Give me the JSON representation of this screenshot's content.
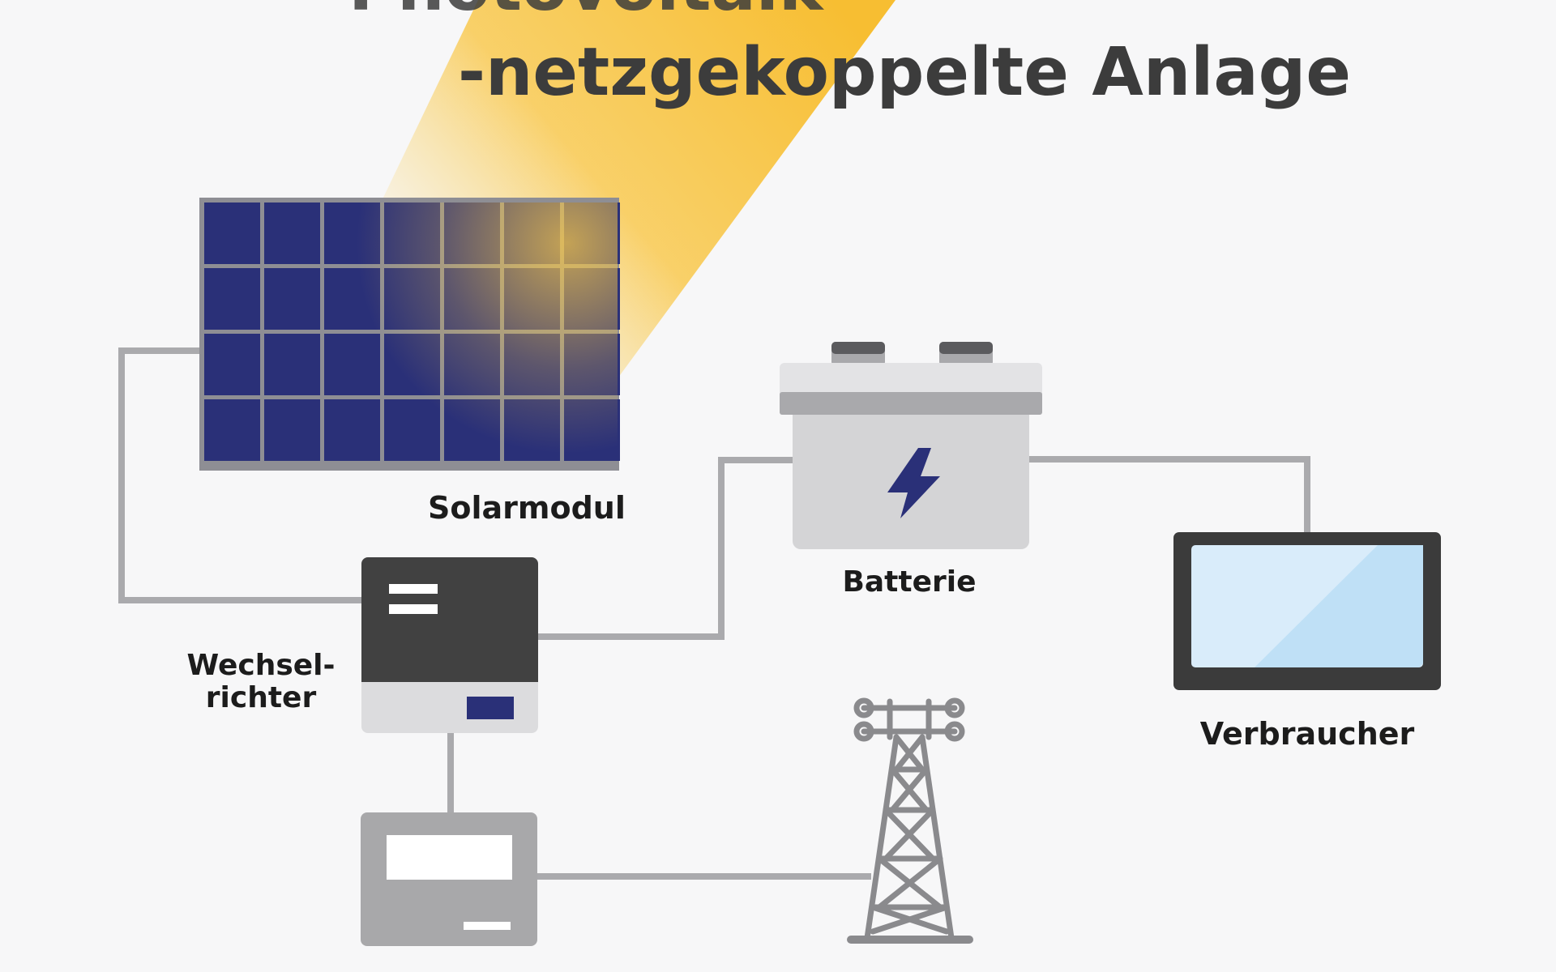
{
  "title": {
    "line1": "Photovoltaik",
    "line2": "-netzgekoppelte Anlage"
  },
  "labels": {
    "solarmodul": "Solarmodul",
    "batterie": "Batterie",
    "wechselrichter_line1": "Wechsel-",
    "wechselrichter_line2": "richter",
    "verbraucher": "Verbraucher"
  },
  "colors": {
    "background": "#f7f7f8",
    "panel_cell": "#2a3078",
    "panel_frame": "#8e8e94",
    "sun_beam": "#f7be32",
    "wire": "#aaaaad",
    "inverter_dark": "#414141",
    "inverter_light": "#dcdcde",
    "battery_body": "#d4d4d6",
    "battery_lid": "#e3e3e5",
    "battery_band": "#a9a9ac",
    "bolt": "#2a3078",
    "screen_frame": "#3b3b3b",
    "screen": "#cfe8f8",
    "meter": "#a8a8aa",
    "tower": "#8a8a8d",
    "title_text": "#3c3c3c"
  },
  "icons": {
    "solar_panel": "solar-panel-icon",
    "sun_beam": "sunlight-beam",
    "inverter": "inverter-icon",
    "battery": "battery-icon",
    "lightning": "lightning-bolt-icon",
    "consumer": "monitor-icon",
    "meter": "power-meter-icon",
    "grid": "transmission-tower-icon"
  }
}
